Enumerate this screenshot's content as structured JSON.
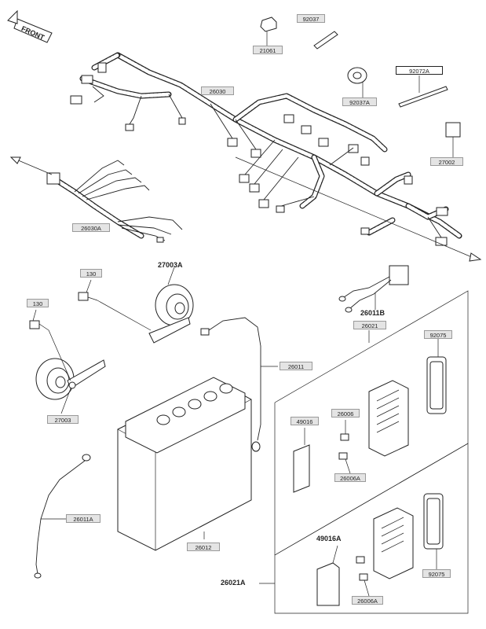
{
  "front_marker": "FRONT",
  "labels": {
    "p21061": "21061",
    "p92037": "92037",
    "p92072A": "92072A",
    "p92037A": "92037A",
    "p26030": "26030",
    "p27002": "27002",
    "p26030A": "26030A",
    "p130a": "130",
    "p27003A": "27003A",
    "p130b": "130",
    "p26011B": "26011B",
    "p26021": "26021",
    "p92075a": "92075",
    "p26011": "26011",
    "p27003": "27003",
    "p49016": "49016",
    "p26006": "26006",
    "p26006A_top": "26006A",
    "p26011A": "26011A",
    "p26012": "26012",
    "p49016A": "49016A",
    "p92075b": "92075",
    "p26021A": "26021A",
    "p26006A_bot": "26006A"
  }
}
